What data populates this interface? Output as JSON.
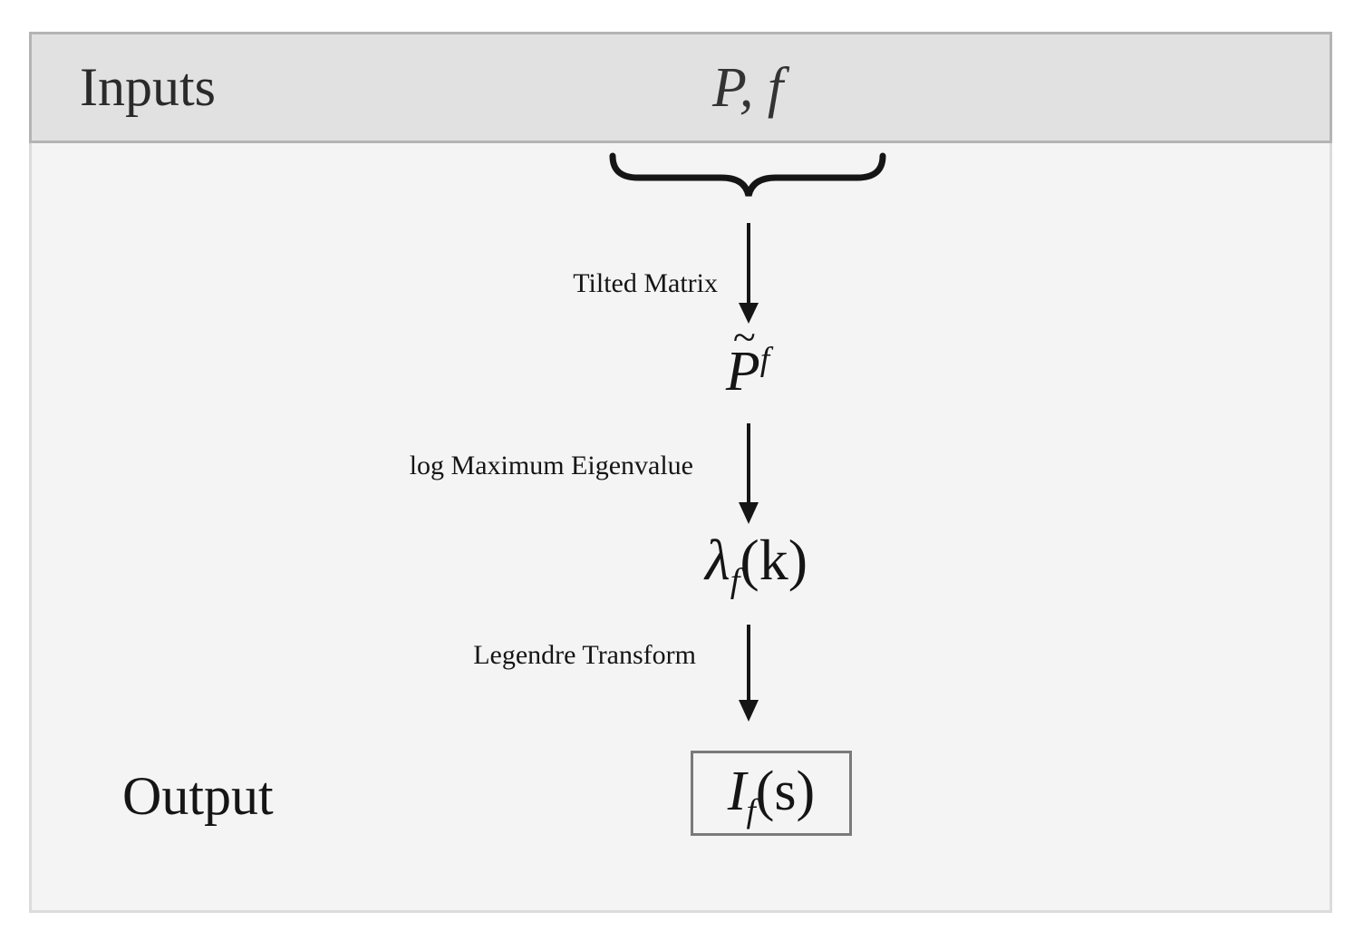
{
  "header": {
    "inputs_label": "Inputs",
    "inputs_math": "P, f"
  },
  "flow": {
    "steps": [
      {
        "label": "Tilted Matrix"
      },
      {
        "label": "log Maximum Eigenvalue"
      },
      {
        "label": "Legendre Transform"
      }
    ],
    "nodes": {
      "tilted_matrix": {
        "base": "P",
        "tilde": "~",
        "sup": "f"
      },
      "eigenvalue": {
        "symbol": "λ",
        "sub": "f",
        "arg": "(k)"
      },
      "rate_function": {
        "symbol": "I",
        "sub": "f",
        "arg": "(s)"
      }
    }
  },
  "footer": {
    "output_label": "Output"
  },
  "colors": {
    "panel_bg": "#f4f4f4",
    "header_bg": "#e1e1e1",
    "header_border": "#b4b4b4",
    "arrow": "#151515",
    "box_border": "#7a7a7a"
  }
}
